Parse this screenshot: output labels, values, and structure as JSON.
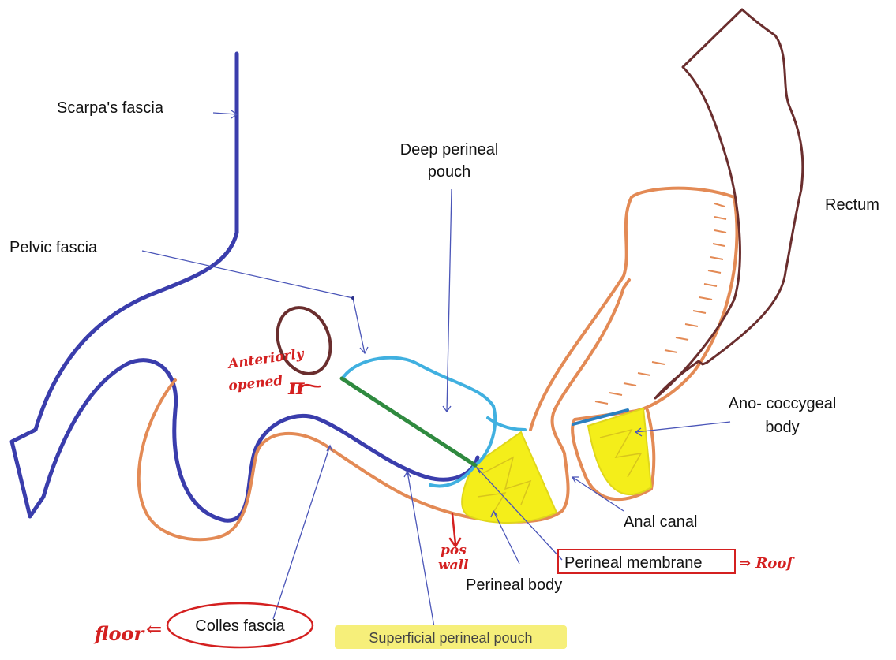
{
  "labels": {
    "scarpa": "Scarpa's fascia",
    "deep_pouch_line1": "Deep perineal",
    "deep_pouch_line2": "pouch",
    "rectum": "Rectum",
    "pelvic_fascia": "Pelvic fascia",
    "ano_line1": "Ano- coccygeal",
    "ano_line2": "body",
    "anal_canal": "Anal canal",
    "perineal_membrane": "Perineal membrane",
    "perineal_body": "Perineal body",
    "colles": "Colles fascia",
    "superficial_pouch": "Superficial perineal pouch"
  },
  "annotations": {
    "anteriorly_line1": "Anteriorly",
    "anteriorly_line2": "opened",
    "pi_symbol": "π",
    "pos_line1": "pos",
    "pos_line2": "wall",
    "roof": "⇒ Roof",
    "floor": "floor",
    "floor_arrow": "⇐"
  },
  "colors": {
    "scarpa_fascia": "#3a3dac",
    "colles_fascia": "#e38a55",
    "deep_pouch": "#40b0e0",
    "perineal_membrane": "#2f8a3f",
    "rectum": "#6a2e2e",
    "anal_canal": "#e38a55",
    "perineal_body": "#f4ee1a",
    "annotation_red": "#d42020",
    "leader_line": "#4a55b8",
    "highlight": "#f6ef7a"
  }
}
